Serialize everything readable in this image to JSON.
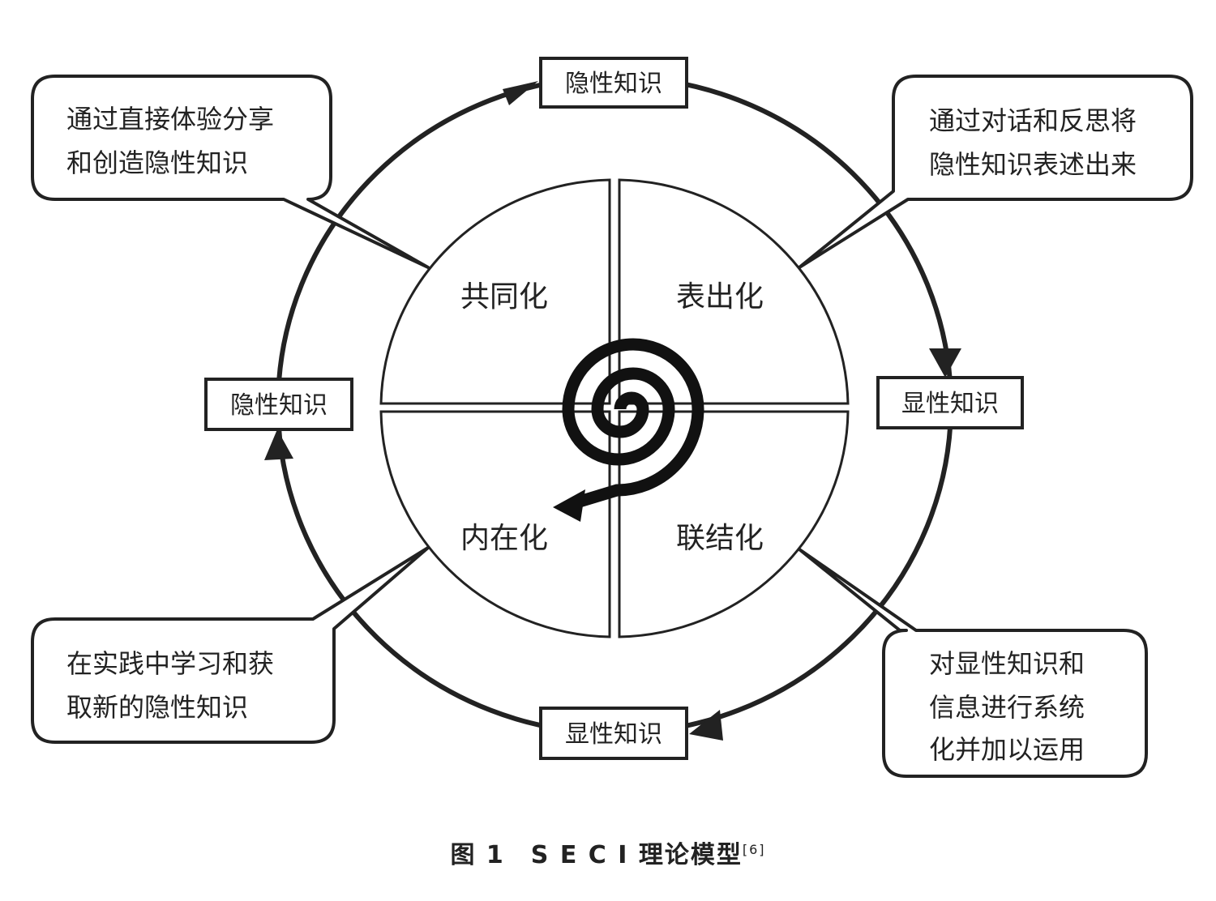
{
  "knowledge_nodes": {
    "top": "隐性知识",
    "right": "显性知识",
    "bottom": "显性知识",
    "left": "隐性知识"
  },
  "quadrants": {
    "socialization": "共同化",
    "externalization": "表出化",
    "combination": "联结化",
    "internalization": "内在化"
  },
  "callouts": {
    "socialization": [
      "通过直接体验分享",
      "和创造隐性知识"
    ],
    "externalization": [
      "通过对话和反思将",
      "隐性知识表述出来"
    ],
    "internalization": [
      "在实践中学习和获",
      "取新的隐性知识"
    ],
    "combination": [
      "对显性知识和",
      "信息进行系统",
      "化并加以运用"
    ]
  },
  "caption": {
    "text": "图 1　S E C I 理论模型",
    "ref": "[6]"
  }
}
